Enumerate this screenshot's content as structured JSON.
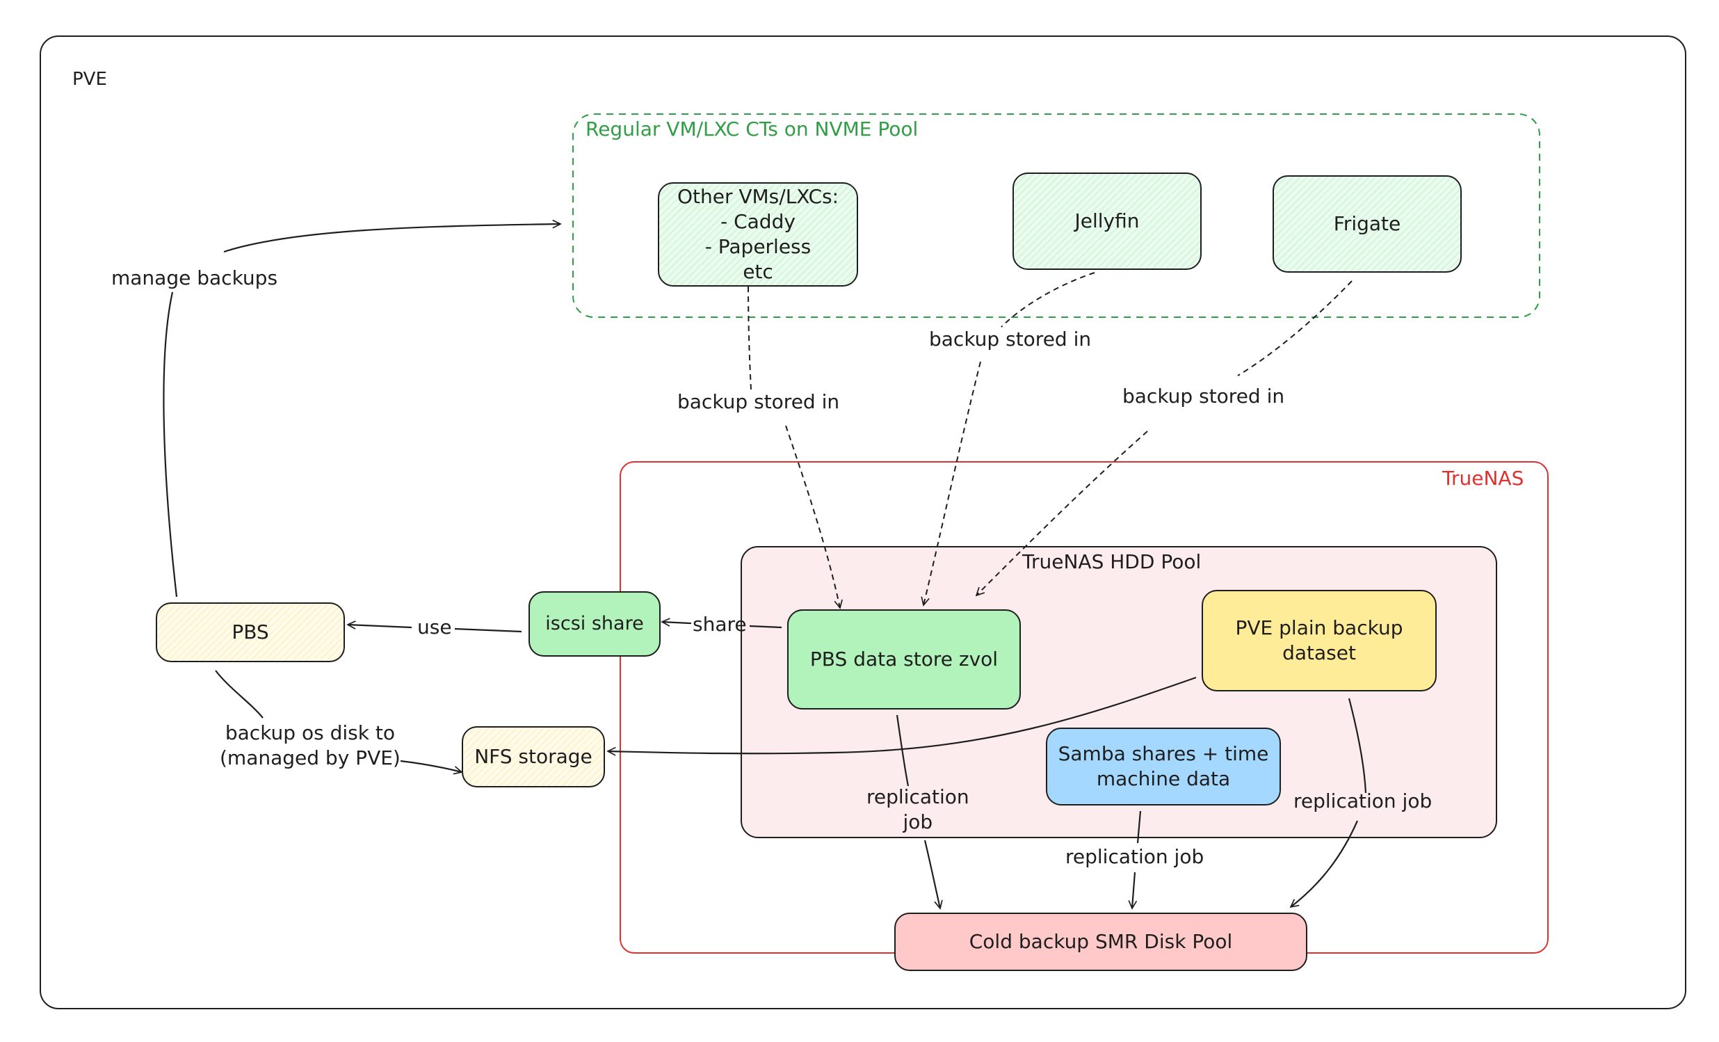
{
  "containers": {
    "pve": {
      "label": "PVE"
    },
    "vm_group": {
      "label": "Regular VM/LXC CTs on NVME Pool",
      "color": "#2f9e44"
    },
    "truenas": {
      "label": "TrueNAS",
      "color": "#e03131"
    },
    "hdd_pool": {
      "label": "TrueNAS HDD Pool"
    }
  },
  "nodes": {
    "other_vms": {
      "label": "Other VMs/LXCs:\n- Caddy\n- Paperless\netc"
    },
    "jellyfin": {
      "label": "Jellyfin"
    },
    "frigate": {
      "label": "Frigate"
    },
    "pbs": {
      "label": "PBS"
    },
    "iscsi_share": {
      "label": "iscsi share"
    },
    "pbs_zvol": {
      "label": "PBS data store zvol"
    },
    "pve_dataset": {
      "label": "PVE plain backup\ndataset"
    },
    "samba": {
      "label": "Samba shares + time\nmachine data"
    },
    "nfs_storage": {
      "label": "NFS storage"
    },
    "cold_pool": {
      "label": "Cold backup SMR Disk Pool"
    }
  },
  "edges": {
    "manage_backups": "manage backups",
    "other_backup": "backup stored in",
    "jellyfin_backup": "backup stored in",
    "frigate_backup": "backup stored in",
    "use": "use",
    "share": "share",
    "backup_os": "backup os disk to\n(managed by PVE)",
    "replication_zvol": "replication\njob",
    "replication_samba": "replication job",
    "replication_dataset": "replication job"
  },
  "colors": {
    "stroke": "#1e1e1e",
    "green_dashed": "#2f9e44",
    "red_frame": "#e03131",
    "green_fill": "#b2f2bb",
    "yellow_fill": "#ffec99",
    "blue_fill": "#a5d8ff",
    "pink_fill": "#ffc9c9"
  }
}
